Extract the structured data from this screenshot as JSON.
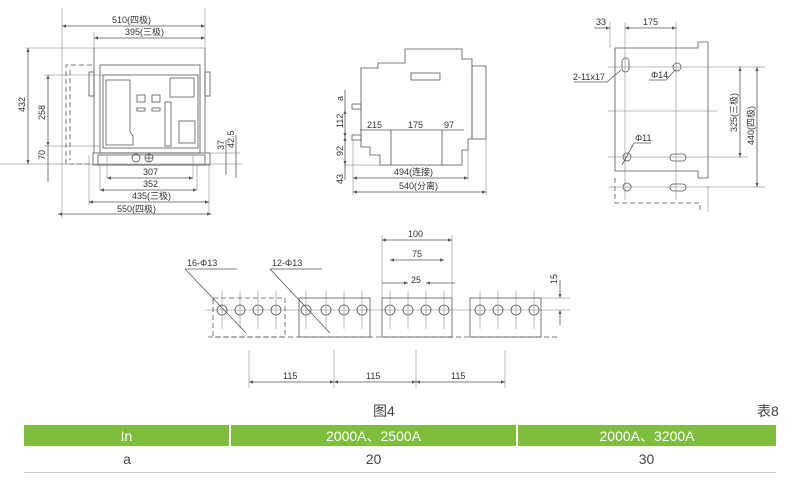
{
  "front_view": {
    "dims": {
      "w510": "510(四极)",
      "w395": "395(三极)",
      "h432": "432",
      "h258": "258",
      "h70": "70",
      "h37": "37",
      "h42_5": "42.5",
      "w307": "307",
      "w352": "352",
      "w435": "435(三极)",
      "w550": "550(四极)"
    }
  },
  "side_view": {
    "dims": {
      "a": "a",
      "h112": "112",
      "h92": "92",
      "h43": "43",
      "s215": "215",
      "s175": "175",
      "s97": "97",
      "w494": "494(连接)",
      "w540": "540(分离)"
    }
  },
  "mount_view": {
    "dims": {
      "d33": "33",
      "d175": "175",
      "slot": "2-11x17",
      "phi14": "Φ14",
      "phi11": "Φ11",
      "h325": "325(三极)",
      "h440": "440(四极)"
    }
  },
  "busbar_view": {
    "dims": {
      "holes16": "16-Φ13",
      "holes12": "12-Φ13",
      "d100": "100",
      "d75": "75",
      "d25": "25",
      "d15": "15",
      "p1": "115",
      "p2": "115",
      "p3": "115"
    }
  },
  "figure_caption": "图4",
  "table_caption": "表8",
  "table": {
    "headers": [
      "In",
      "2000A、2500A",
      "2000A、3200A"
    ],
    "rows": [
      [
        "a",
        "20",
        "30"
      ]
    ]
  },
  "colors": {
    "header_green": "#7dbe3e"
  }
}
